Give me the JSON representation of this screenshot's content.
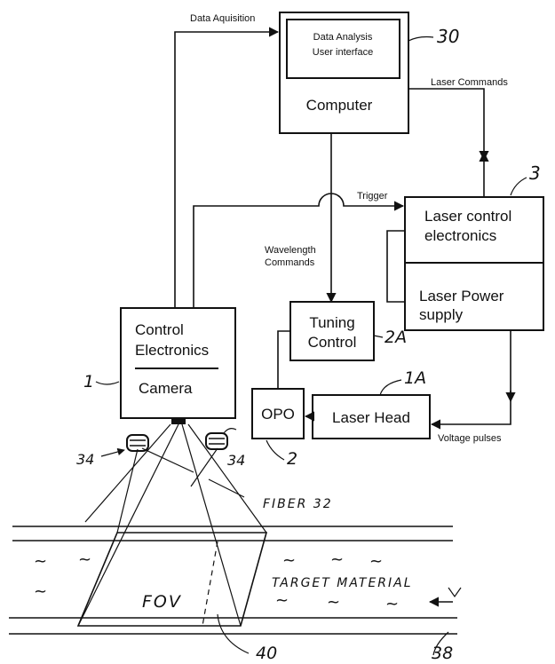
{
  "labels": {
    "data_acquisition": "Data Aquisition",
    "data_analysis_line1": "Data Analysis",
    "data_analysis_line2": "User interface",
    "computer": "Computer",
    "laser_commands": "Laser Commands",
    "trigger": "Trigger",
    "wavelength_line1": "Wavelength",
    "wavelength_line2": "Commands",
    "laser_control_line1": "Laser control",
    "laser_control_line2": "electronics",
    "laser_power_line1": "Laser Power",
    "laser_power_line2": "supply",
    "tuning_line1": "Tuning",
    "tuning_line2": "Control",
    "control_line1": "Control",
    "control_line2": "Electronics",
    "camera": "Camera",
    "opo": "OPO",
    "laser_head": "Laser Head",
    "voltage_pulses": "Voltage pulses",
    "fiber": "FIBER 32",
    "target_material": "TARGET MATERIAL",
    "fov": "FOV"
  },
  "refs": {
    "computer": "30",
    "laser_control": "3",
    "tuning": "2A",
    "laser_head": "1A",
    "camera": "1",
    "sensor_left": "34",
    "sensor_right": "34",
    "opo": "2",
    "fov": "40",
    "target": "38"
  },
  "colors": {
    "ink": "#111111",
    "paper": "#ffffff"
  }
}
